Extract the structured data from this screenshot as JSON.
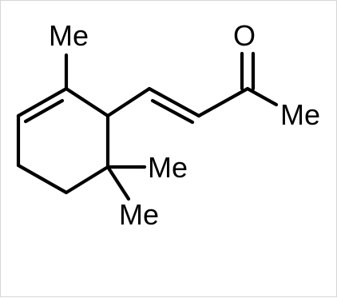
{
  "molecule": {
    "labels": {
      "me_top": "Me",
      "oxygen": "O",
      "me_ketone": "Me",
      "me_gem_right": "Me",
      "me_gem_bottom": "Me"
    },
    "colors": {
      "bond": "#000000",
      "text": "#000000",
      "frame_border": "#d6d6d6",
      "background": "#ffffff"
    }
  }
}
